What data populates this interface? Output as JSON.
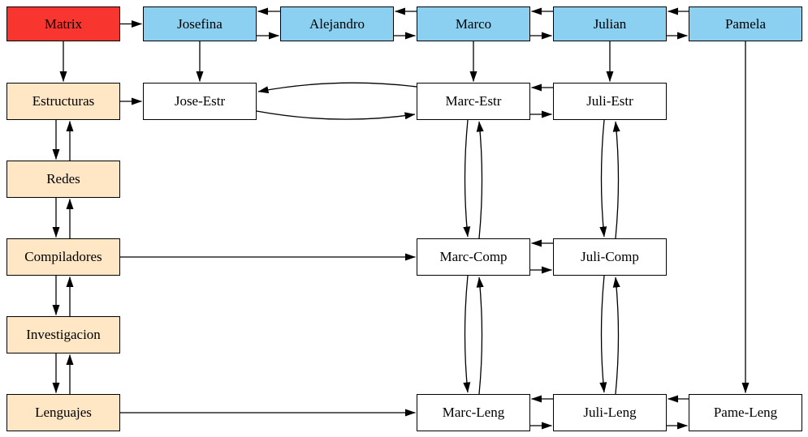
{
  "diagram": {
    "title": "sparse-matrix-orthogonal-list-graph",
    "colors": {
      "matrix_header": "#f8352e",
      "column_header": "#8bd0f0",
      "row_header": "#ffe6c4",
      "cell": "#ffffff",
      "border": "#000000",
      "edge": "#000000"
    },
    "nodes": [
      {
        "id": "matrix",
        "label": "Matrix",
        "role": "root",
        "col": 0,
        "row": 0,
        "fill_key": "matrix_header"
      },
      {
        "id": "josefina",
        "label": "Josefina",
        "role": "column-header",
        "col": 1,
        "row": 0,
        "fill_key": "column_header"
      },
      {
        "id": "alejandro",
        "label": "Alejandro",
        "role": "column-header",
        "col": 2,
        "row": 0,
        "fill_key": "column_header"
      },
      {
        "id": "marco",
        "label": "Marco",
        "role": "column-header",
        "col": 3,
        "row": 0,
        "fill_key": "column_header"
      },
      {
        "id": "julian",
        "label": "Julian",
        "role": "column-header",
        "col": 4,
        "row": 0,
        "fill_key": "column_header"
      },
      {
        "id": "pamela",
        "label": "Pamela",
        "role": "column-header",
        "col": 5,
        "row": 0,
        "fill_key": "column_header"
      },
      {
        "id": "estructuras",
        "label": "Estructuras",
        "role": "row-header",
        "col": 0,
        "row": 1,
        "fill_key": "row_header"
      },
      {
        "id": "redes",
        "label": "Redes",
        "role": "row-header",
        "col": 0,
        "row": 2,
        "fill_key": "row_header"
      },
      {
        "id": "compiladores",
        "label": "Compiladores",
        "role": "row-header",
        "col": 0,
        "row": 3,
        "fill_key": "row_header"
      },
      {
        "id": "investigacion",
        "label": "Investigacion",
        "role": "row-header",
        "col": 0,
        "row": 4,
        "fill_key": "row_header"
      },
      {
        "id": "lenguajes",
        "label": "Lenguajes",
        "role": "row-header",
        "col": 0,
        "row": 5,
        "fill_key": "row_header"
      },
      {
        "id": "jose-estr",
        "label": "Jose-Estr",
        "role": "cell",
        "col": 1,
        "row": 1,
        "fill_key": "cell"
      },
      {
        "id": "marc-estr",
        "label": "Marc-Estr",
        "role": "cell",
        "col": 3,
        "row": 1,
        "fill_key": "cell"
      },
      {
        "id": "juli-estr",
        "label": "Juli-Estr",
        "role": "cell",
        "col": 4,
        "row": 1,
        "fill_key": "cell"
      },
      {
        "id": "marc-comp",
        "label": "Marc-Comp",
        "role": "cell",
        "col": 3,
        "row": 3,
        "fill_key": "cell"
      },
      {
        "id": "juli-comp",
        "label": "Juli-Comp",
        "role": "cell",
        "col": 4,
        "row": 3,
        "fill_key": "cell"
      },
      {
        "id": "marc-leng",
        "label": "Marc-Leng",
        "role": "cell",
        "col": 3,
        "row": 5,
        "fill_key": "cell"
      },
      {
        "id": "juli-leng",
        "label": "Juli-Leng",
        "role": "cell",
        "col": 4,
        "row": 5,
        "fill_key": "cell"
      },
      {
        "id": "pame-leng",
        "label": "Pame-Leng",
        "role": "cell",
        "col": 5,
        "row": 5,
        "fill_key": "cell"
      }
    ],
    "edges": [
      {
        "from": "matrix",
        "to": "josefina",
        "type": "h-single"
      },
      {
        "from": "josefina",
        "to": "alejandro",
        "type": "h-double"
      },
      {
        "from": "alejandro",
        "to": "marco",
        "type": "h-double"
      },
      {
        "from": "marco",
        "to": "julian",
        "type": "h-double"
      },
      {
        "from": "julian",
        "to": "pamela",
        "type": "h-double"
      },
      {
        "from": "matrix",
        "to": "estructuras",
        "type": "v-single"
      },
      {
        "from": "estructuras",
        "to": "redes",
        "type": "v-double"
      },
      {
        "from": "redes",
        "to": "compiladores",
        "type": "v-double"
      },
      {
        "from": "compiladores",
        "to": "investigacion",
        "type": "v-double"
      },
      {
        "from": "investigacion",
        "to": "lenguajes",
        "type": "v-double"
      },
      {
        "from": "josefina",
        "to": "jose-estr",
        "type": "v-single"
      },
      {
        "from": "marco",
        "to": "marc-estr",
        "type": "v-single"
      },
      {
        "from": "julian",
        "to": "juli-estr",
        "type": "v-single"
      },
      {
        "from": "pamela",
        "to": "pame-leng",
        "type": "v-single"
      },
      {
        "from": "estructuras",
        "to": "jose-estr",
        "type": "h-single"
      },
      {
        "from": "compiladores",
        "to": "marc-comp",
        "type": "h-single"
      },
      {
        "from": "lenguajes",
        "to": "marc-leng",
        "type": "h-single"
      },
      {
        "from": "jose-estr",
        "to": "marc-estr",
        "type": "h-double-curved"
      },
      {
        "from": "marc-estr",
        "to": "juli-estr",
        "type": "h-double"
      },
      {
        "from": "marc-comp",
        "to": "juli-comp",
        "type": "h-double"
      },
      {
        "from": "marc-leng",
        "to": "juli-leng",
        "type": "h-double"
      },
      {
        "from": "juli-leng",
        "to": "pame-leng",
        "type": "h-double"
      },
      {
        "from": "marc-estr",
        "to": "marc-comp",
        "type": "v-double-curved"
      },
      {
        "from": "juli-estr",
        "to": "juli-comp",
        "type": "v-double-curved"
      },
      {
        "from": "marc-comp",
        "to": "marc-leng",
        "type": "v-double-curved"
      },
      {
        "from": "juli-comp",
        "to": "juli-leng",
        "type": "v-double-curved"
      }
    ]
  }
}
